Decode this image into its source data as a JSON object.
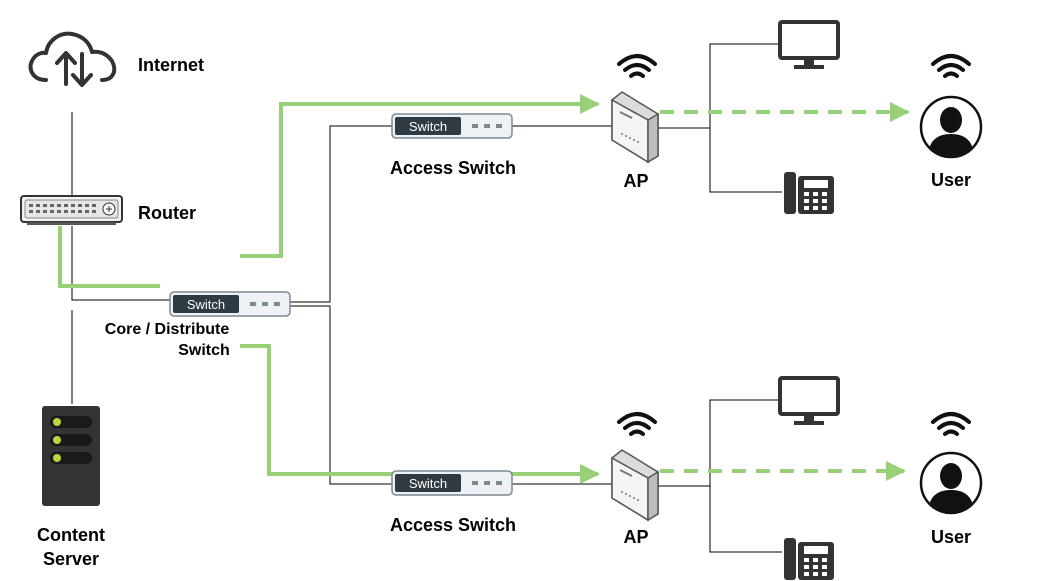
{
  "nodes": {
    "internet": {
      "label": "Internet",
      "icon": "cloud-upload-download-icon"
    },
    "router": {
      "label": "Router",
      "icon": "router-icon"
    },
    "core_switch": {
      "label_line1": "Core / Distribute",
      "label_line2": "Switch",
      "badge": "Switch",
      "icon": "network-switch-icon"
    },
    "content_server": {
      "label_line1": "Content",
      "label_line2": "Server",
      "icon": "server-rack-icon"
    },
    "access_switch_top": {
      "label": "Access Switch",
      "badge": "Switch",
      "icon": "network-switch-icon"
    },
    "access_switch_bottom": {
      "label": "Access Switch",
      "badge": "Switch",
      "icon": "network-switch-icon"
    },
    "ap_top": {
      "label": "AP",
      "icon": "access-point-icon"
    },
    "ap_bottom": {
      "label": "AP",
      "icon": "access-point-icon"
    },
    "user_top": {
      "label": "User",
      "icon": "user-avatar-icon"
    },
    "user_bottom": {
      "label": "User",
      "icon": "user-avatar-icon"
    },
    "monitor_top": {
      "icon": "monitor-icon"
    },
    "monitor_bottom": {
      "icon": "monitor-icon"
    },
    "phone_top": {
      "icon": "desk-phone-icon"
    },
    "phone_bottom": {
      "icon": "desk-phone-icon"
    }
  },
  "colors": {
    "wired_link": "#000000",
    "traffic_path": "#97d077",
    "icon_dark": "#2b2b2b",
    "switch_badge": "#333333"
  },
  "legend_semantics": {
    "solid_green": "wired traffic path",
    "dashed_green": "wireless traffic path"
  }
}
